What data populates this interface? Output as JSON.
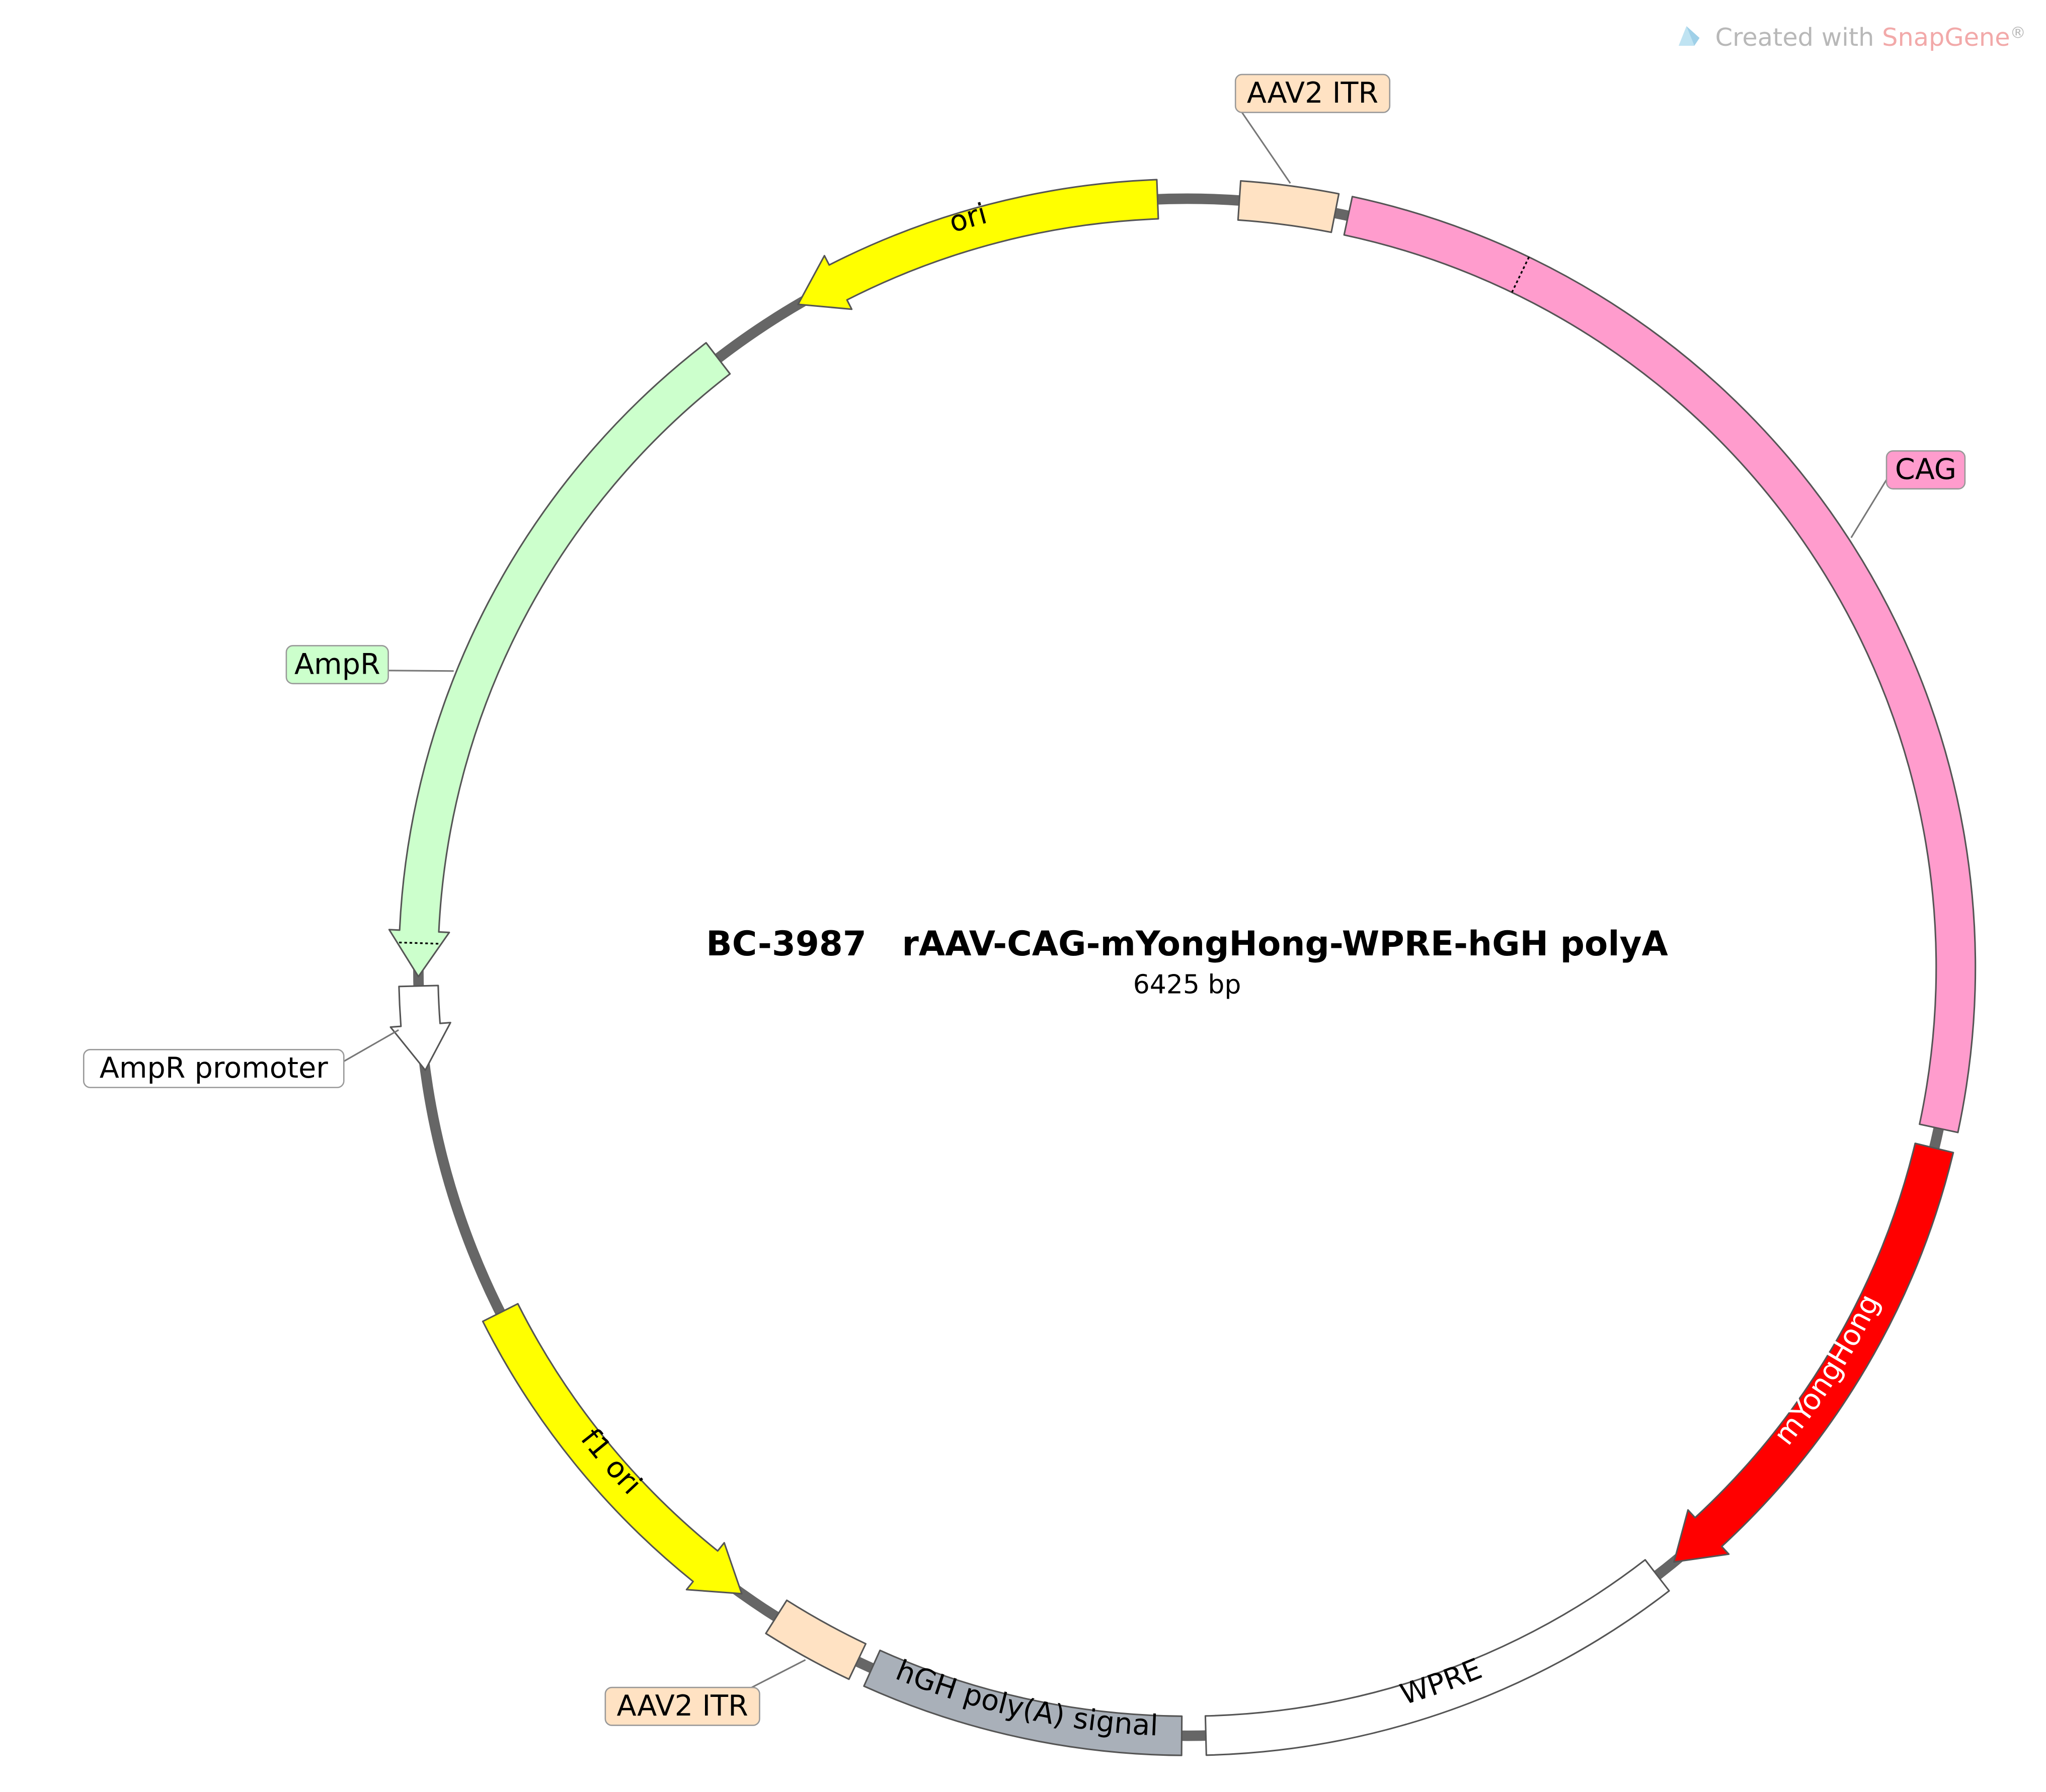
{
  "watermark": {
    "prefix": "Created with ",
    "brand": "SnapGene",
    "suffix": "®"
  },
  "plasmid": {
    "name": "BC-3987   rAAV-CAG-mYongHong-WPRE-hGH polyA",
    "size": "6425 bp"
  },
  "features": [
    {
      "id": "aav2-itr-top",
      "label": "AAV2 ITR",
      "color": "#ffe2c3",
      "shape": "box",
      "start_deg": 3.9,
      "end_deg": 11.1,
      "labelMode": "callout",
      "labelSide": "top"
    },
    {
      "id": "cag",
      "label": "CAG",
      "color": "#ff9ccd",
      "shape": "box",
      "start_deg": 12.1,
      "end_deg": 102.1,
      "divider_deg": 25.7,
      "labelMode": "callout",
      "labelSide": "right"
    },
    {
      "id": "myonghong",
      "label": "mYongHong",
      "color": "#ff0000",
      "shape": "arrow",
      "direction": "cw",
      "start_deg": 103.6,
      "end_deg": 140.7,
      "labelMode": "inside",
      "labelColor": "#ffffff"
    },
    {
      "id": "wpre",
      "label": "WPRE",
      "color": "#ffffff",
      "shape": "box",
      "start_deg": 142.3,
      "end_deg": 178.6,
      "labelMode": "inside",
      "labelColor": "#000000"
    },
    {
      "id": "hgh-polya",
      "label": "hGH poly(A) signal",
      "color": "#a9b0b9",
      "shape": "box",
      "start_deg": 180.4,
      "end_deg": 204.2,
      "labelMode": "inside",
      "labelColor": "#000000"
    },
    {
      "id": "aav2-itr-bottom",
      "label": "AAV2 ITR",
      "color": "#ffe2c3",
      "shape": "box",
      "start_deg": 205.4,
      "end_deg": 212.3,
      "labelMode": "callout",
      "labelSide": "bottom"
    },
    {
      "id": "f1-ori",
      "label": "f1 ori",
      "color": "#ffff00",
      "shape": "arrow",
      "direction": "ccw",
      "start_deg": 215.4,
      "end_deg": 243.3,
      "labelMode": "inside",
      "labelColor": "#000000"
    },
    {
      "id": "ampr-promoter",
      "label": "AmpR promoter",
      "color": "#ffffff",
      "shape": "arrow",
      "direction": "ccw",
      "start_deg": 262.3,
      "end_deg": 268.6,
      "labelMode": "callout",
      "labelSide": "left"
    },
    {
      "id": "ampr",
      "label": "AmpR",
      "color": "#ccffcc",
      "shape": "arrow",
      "direction": "ccw",
      "start_deg": 269.3,
      "end_deg": 322.4,
      "divider_deg": 271.8,
      "labelMode": "callout",
      "labelSide": "left"
    },
    {
      "id": "ori",
      "label": "ori",
      "color": "#ffff00",
      "shape": "arrow",
      "direction": "ccw",
      "start_deg": 329.6,
      "end_deg": 357.8,
      "labelMode": "inside",
      "labelColor": "#000000"
    }
  ]
}
